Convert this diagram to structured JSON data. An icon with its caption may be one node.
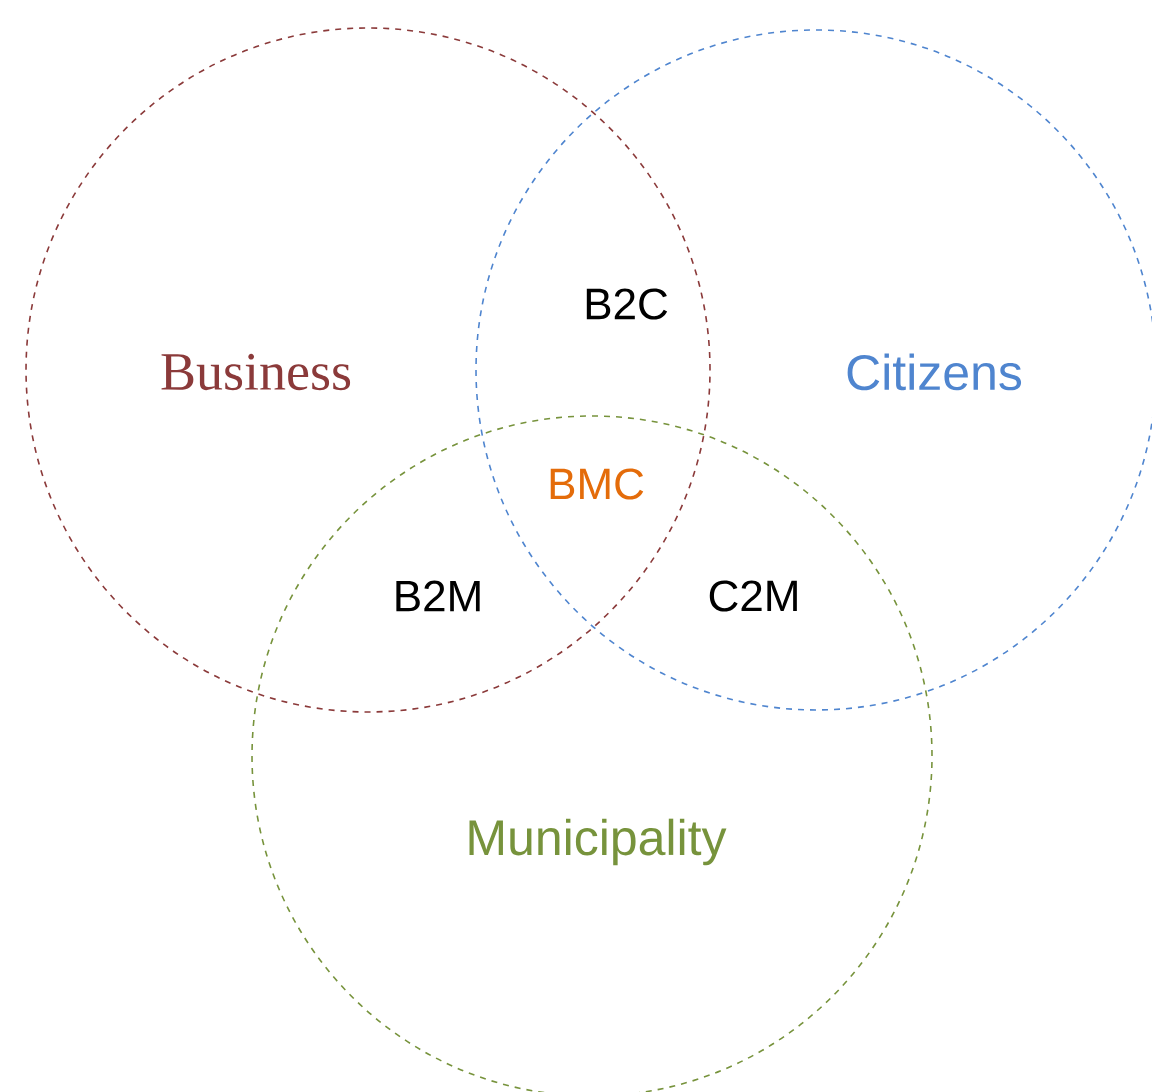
{
  "diagram": {
    "nodes": [
      {
        "text": [
          "Business"
        ]
      },
      {
        "text": [
          "Citizens"
        ]
      },
      {
        "text": [
          "Municipality"
        ]
      }
    ],
    "labels": [
      "B2C",
      "BMC",
      "B2M",
      "C2M"
    ]
  }
}
